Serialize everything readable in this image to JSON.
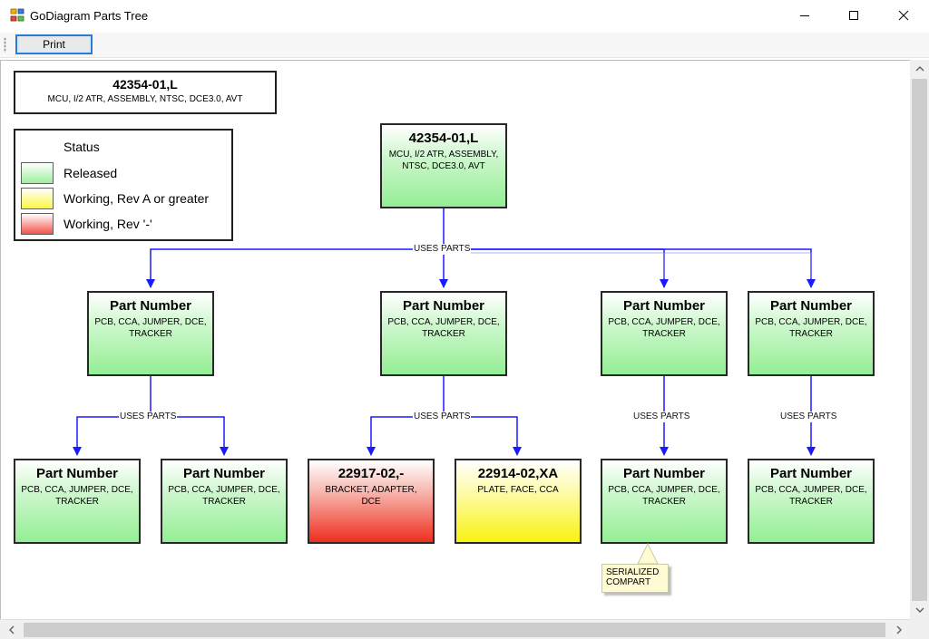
{
  "window": {
    "title": "GoDiagram Parts Tree",
    "icon": "diagram-app-icon"
  },
  "toolbar": {
    "print_label": "Print"
  },
  "header": {
    "title": "42354-01,L",
    "subtitle": "MCU, I/2 ATR, ASSEMBLY, NTSC, DCE3.0, AVT"
  },
  "legend": {
    "title": "Status",
    "items": [
      {
        "label": "Released",
        "color": "#9cef9c"
      },
      {
        "label": "Working, Rev A or greater",
        "color": "#fbf73e"
      },
      {
        "label": "Working, Rev '-'",
        "color": "#f3534a"
      }
    ]
  },
  "colors": {
    "released": "#94ee94",
    "working_rev_a": "#f8f212",
    "working_rev_dash": "#ef2e1e",
    "link": "#1a1aff"
  },
  "nodes": {
    "root": {
      "title": "42354-01,L",
      "subtitle": "MCU, I/2 ATR, ASSEMBLY, NTSC, DCE3.0, AVT",
      "status": "released"
    },
    "l1": [
      {
        "title": "Part Number",
        "subtitle": "PCB, CCA, JUMPER, DCE, TRACKER",
        "status": "released"
      },
      {
        "title": "Part Number",
        "subtitle": "PCB, CCA, JUMPER, DCE, TRACKER",
        "status": "released"
      },
      {
        "title": "Part Number",
        "subtitle": "PCB, CCA, JUMPER, DCE, TRACKER",
        "status": "released"
      },
      {
        "title": "Part Number",
        "subtitle": "PCB, CCA, JUMPER, DCE, TRACKER",
        "status": "released"
      }
    ],
    "l2": [
      {
        "title": "Part Number",
        "subtitle": "PCB, CCA, JUMPER, DCE, TRACKER",
        "status": "released"
      },
      {
        "title": "Part Number",
        "subtitle": "PCB, CCA, JUMPER, DCE, TRACKER",
        "status": "released"
      },
      {
        "title": "22917-02,-",
        "subtitle": "BRACKET, ADAPTER, DCE",
        "status": "working_rev_dash"
      },
      {
        "title": "22914-02,XA",
        "subtitle": "PLATE, FACE, CCA",
        "status": "working_rev_a"
      },
      {
        "title": "Part Number",
        "subtitle": "PCB, CCA, JUMPER, DCE, TRACKER",
        "status": "released"
      },
      {
        "title": "Part Number",
        "subtitle": "PCB, CCA, JUMPER, DCE, TRACKER",
        "status": "released"
      }
    ]
  },
  "links": {
    "label": "USES PARTS"
  },
  "comment": {
    "text_line1": "SERIALIZED",
    "text_line2": "COMPART"
  }
}
